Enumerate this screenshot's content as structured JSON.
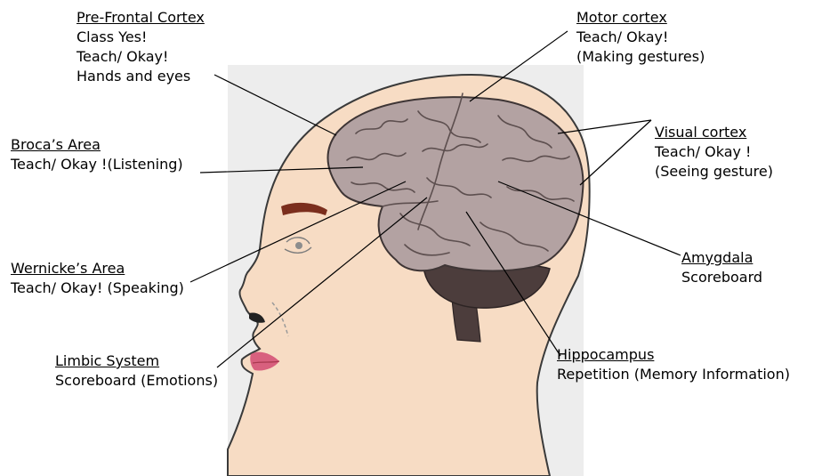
{
  "colors": {
    "background_panel": "#ededed",
    "skin": "#f7dcc4",
    "outline": "#3a3a3a",
    "brain": "#b3a2a2",
    "cerebellum": "#4c3d3c",
    "eyebrow": "#7b2e1d",
    "lips": "#d8607e",
    "leader_line": "#000000"
  },
  "labels": {
    "prefrontal": {
      "title": "Pre-Frontal Cortex",
      "lines": [
        "Class Yes!",
        "Teach/ Okay!",
        "Hands and eyes"
      ]
    },
    "motor": {
      "title": "Motor cortex",
      "lines": [
        "Teach/ Okay!",
        "(Making gestures)"
      ]
    },
    "broca": {
      "title": "Broca’s Area",
      "lines": [
        "Teach/ Okay !(Listening)"
      ]
    },
    "visual": {
      "title": "Visual cortex",
      "lines": [
        "Teach/ Okay !",
        "(Seeing gesture)"
      ]
    },
    "amygdala": {
      "title": "Amygdala",
      "lines": [
        "Scoreboard"
      ]
    },
    "wernicke": {
      "title": "Wernicke’s Area",
      "lines": [
        "Teach/ Okay! (Speaking)"
      ]
    },
    "hippocampus": {
      "title": "Hippocampus",
      "lines": [
        "Repetition (Memory Information)"
      ]
    },
    "limbic": {
      "title": "Limbic System",
      "lines": [
        "Scoreboard (Emotions)"
      ]
    }
  }
}
